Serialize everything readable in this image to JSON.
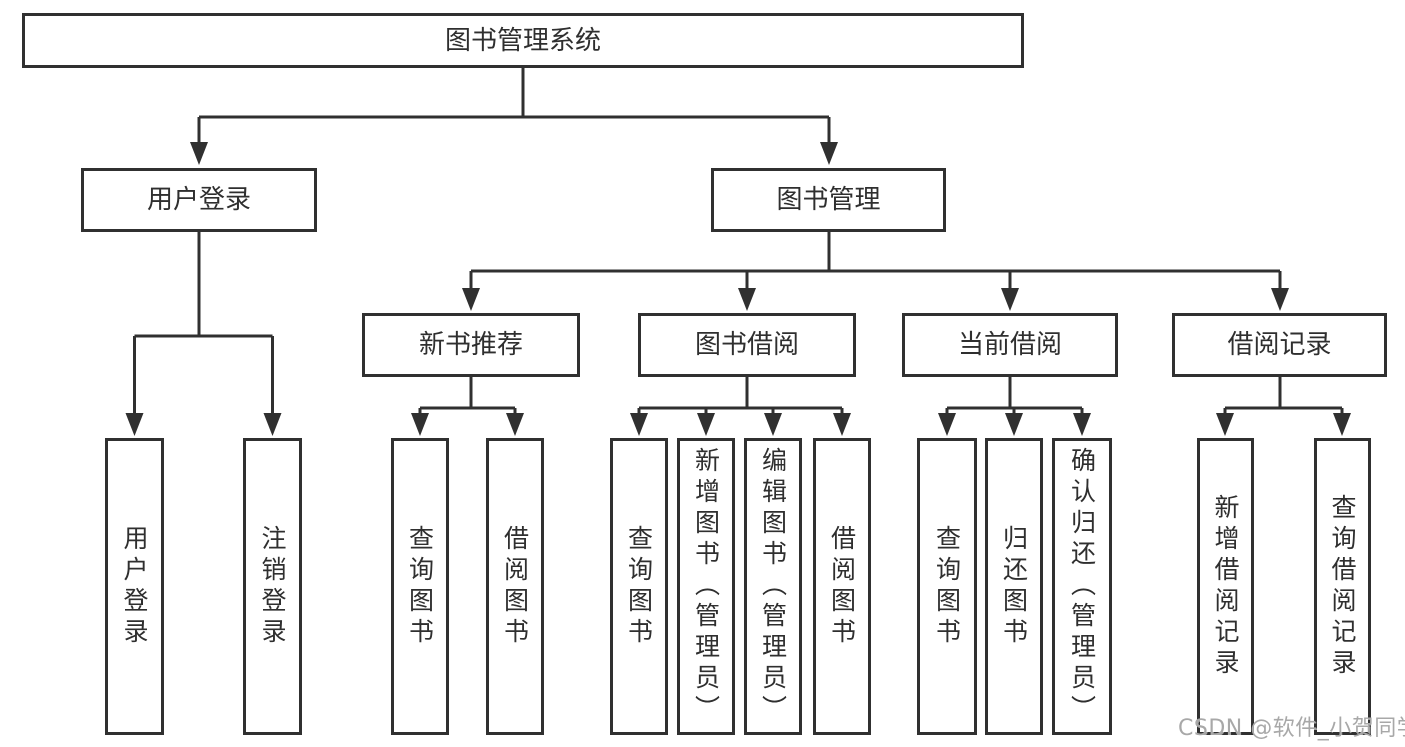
{
  "colors": {
    "line": "#303030",
    "text": "#2f2f2f",
    "background": "#ffffff",
    "watermark": "#a8a8a8"
  },
  "nodes": {
    "root": "图书管理系统",
    "user_login": "用户登录",
    "book_management": "图书管理",
    "new_book_recommend": "新书推荐",
    "book_borrow": "图书借阅",
    "current_borrow": "当前借阅",
    "borrow_records": "借阅记录"
  },
  "leaves": [
    "用户登录",
    "注销登录",
    "查询图书",
    "借阅图书",
    "查询图书",
    "新增图书（管理员）",
    "编辑图书（管理员）",
    "借阅图书",
    "查询图书",
    "归还图书",
    "确认归还（管理员）",
    "新增借阅记录",
    "查询借阅记录"
  ],
  "watermark": "CSDN @软件_小贺同学"
}
